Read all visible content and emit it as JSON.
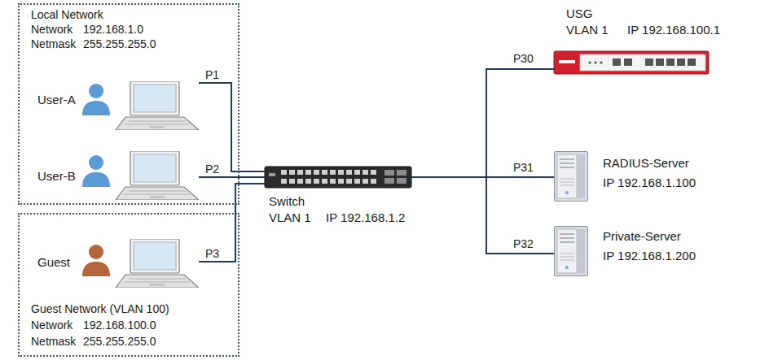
{
  "diagram": {
    "nodes": [
      {
        "text": [
          "Local Network",
          "Network",
          "192.168.1.0",
          "Netmask",
          "255.255.255.0"
        ]
      },
      {
        "text": [
          "User-A"
        ],
        "in": 0
      },
      {
        "text": [
          "User-B"
        ],
        "in": 0
      },
      {
        "text": [
          "Guest Network (VLAN 100)",
          "Network",
          "192.168.100.0",
          "Netmask",
          "255.255.255.0"
        ]
      },
      {
        "text": [
          "Guest"
        ],
        "in": 3
      },
      {
        "text": [
          "Switch",
          "VLAN 1",
          "IP 192.168.1.2"
        ]
      },
      {
        "text": [
          "USG",
          "VLAN 1",
          "IP 192.168.100.1"
        ]
      },
      {
        "text": [
          "RADIUS-Server",
          "IP 192.168.1.100"
        ]
      },
      {
        "text": [
          "Private-Server",
          "IP 192.168.1.200"
        ]
      }
    ],
    "edges": [
      {
        "from": 1,
        "to": 5,
        "arrow": "none",
        "label": "P1"
      },
      {
        "from": 2,
        "to": 5,
        "arrow": "none",
        "label": "P2"
      },
      {
        "from": 4,
        "to": 5,
        "arrow": "none",
        "label": "P3"
      },
      {
        "from": 5,
        "to": 6,
        "arrow": "none",
        "label": "P30"
      },
      {
        "from": 5,
        "to": 7,
        "arrow": "none",
        "label": "P31"
      },
      {
        "from": 5,
        "to": 8,
        "arrow": "none",
        "label": "P32"
      }
    ]
  }
}
